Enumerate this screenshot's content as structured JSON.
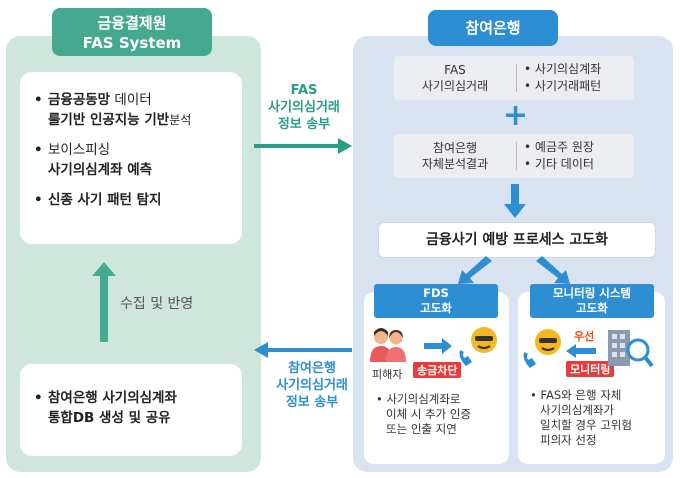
{
  "left": {
    "header_line1": "금융결제원",
    "header_line2": "FAS System",
    "box1_item1_bold": "금융공동망",
    "box1_item1_rest": " 데이터",
    "box1_item1_line2_bold": "룰기반 인공지능 기반",
    "box1_item1_line2_rest": "분석",
    "box1_item2_line1": "보이스피싱",
    "box1_item2_line2": "사기의심계좌 예측",
    "box1_item3": "신종 사기 패턴 탐지",
    "collect_label": "수집 및 반영",
    "box2_line1": "참여은행 사기의심계좌",
    "box2_line2": "통합DB 생성 및 공유"
  },
  "arrows": {
    "to_bank_line1": "FAS",
    "to_bank_line2": "사기의심거래",
    "to_bank_line3": "정보 송부",
    "to_fas_line1": "참여은행",
    "to_fas_line2": "사기의심거래",
    "to_fas_line3": "정보 송부"
  },
  "right": {
    "header": "참여은행",
    "fas_cell_line1": "FAS",
    "fas_cell_line2": "사기의심거래",
    "fas_item1": "사기의심계좌",
    "fas_item2": "사기거래패턴",
    "bank_cell_line1": "참여은행",
    "bank_cell_line2": "자체분석결과",
    "bank_item1": "예금주 원장",
    "bank_item2": "기타 데이터",
    "process_title": "금융사기 예방 프로세스 고도화",
    "fds_title_line1": "FDS",
    "fds_title_line2": "고도화",
    "victim_label": "피해자",
    "block_tag": "송금차단",
    "fds_desc_line1": "사기의심계좌로",
    "fds_desc_line2": "이체 시 추가 인증",
    "fds_desc_line3": "또는 인출 지연",
    "mon_title_line1": "모니터링 시스템",
    "mon_title_line2": "고도화",
    "priority_tag": "우선",
    "monitoring_tag": "모니터링",
    "mon_desc_line1": "FAS와 은행 자체",
    "mon_desc_line2": "사기의심계좌가",
    "mon_desc_line3": "일치할 경우 고위험",
    "mon_desc_line4": "피의자 선정"
  },
  "colors": {
    "teal": "#45a98f",
    "blue": "#2e8ed4",
    "left_bg": "#cfe6dd",
    "right_bg": "#d9e3f1"
  }
}
